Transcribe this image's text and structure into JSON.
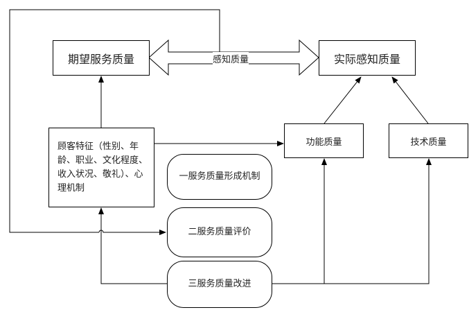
{
  "nodes": {
    "expected": "期望服务质量",
    "actual": "实际感知质量",
    "perceived": "感知质量",
    "customer": "顾客特征（性别、年龄、职业、文化程度、收入状况、敬礼）、心理机制",
    "functional": "功能质量",
    "technical": "技术质量",
    "formation": "一服务质量形成机制",
    "evaluation": "二服务质量评价",
    "improvement": "三服务质量改进"
  }
}
